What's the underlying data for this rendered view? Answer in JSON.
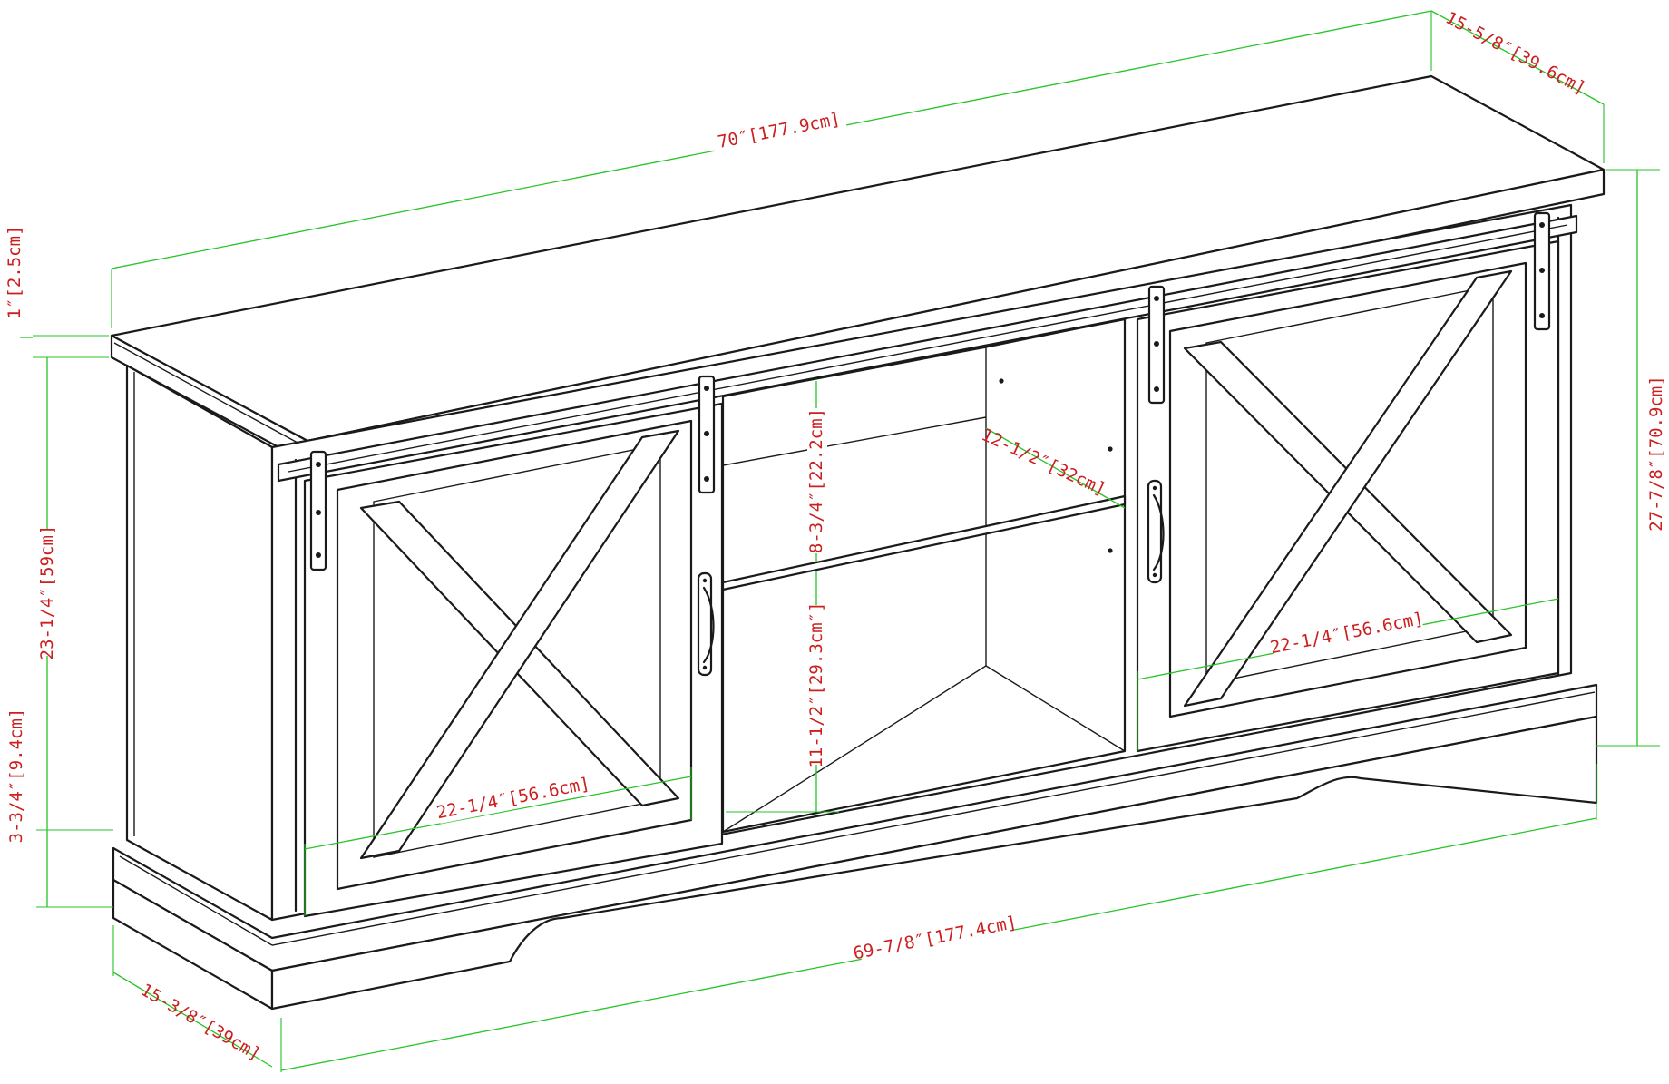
{
  "colors": {
    "dimension_line": "#27c427",
    "dimension_text": "#cc1f1f",
    "ink": "#1a1a1a"
  },
  "dimensions": {
    "overall_width": "70″[177.9cm]",
    "top_depth": "15-5/8″[39.6cm]",
    "overall_height": "27-7/8″[70.9cm]",
    "top_thickness": "1″[2.5cm]",
    "body_height": "23-1/4″[59cm]",
    "base_height": "3-3/4″[9.4cm]",
    "base_width": "69-7/8″[177.4cm]",
    "base_depth": "15-3/8″[39cm]",
    "left_door_width": "22-1/4″[56.6cm]",
    "right_door_width": "22-1/4″[56.6cm]",
    "upper_shelf_height": "8-3/4″[22.2cm]",
    "lower_shelf_height": "11-1/2″[29.3cm″]",
    "shelf_depth": "12-1/2″[32cm]"
  }
}
